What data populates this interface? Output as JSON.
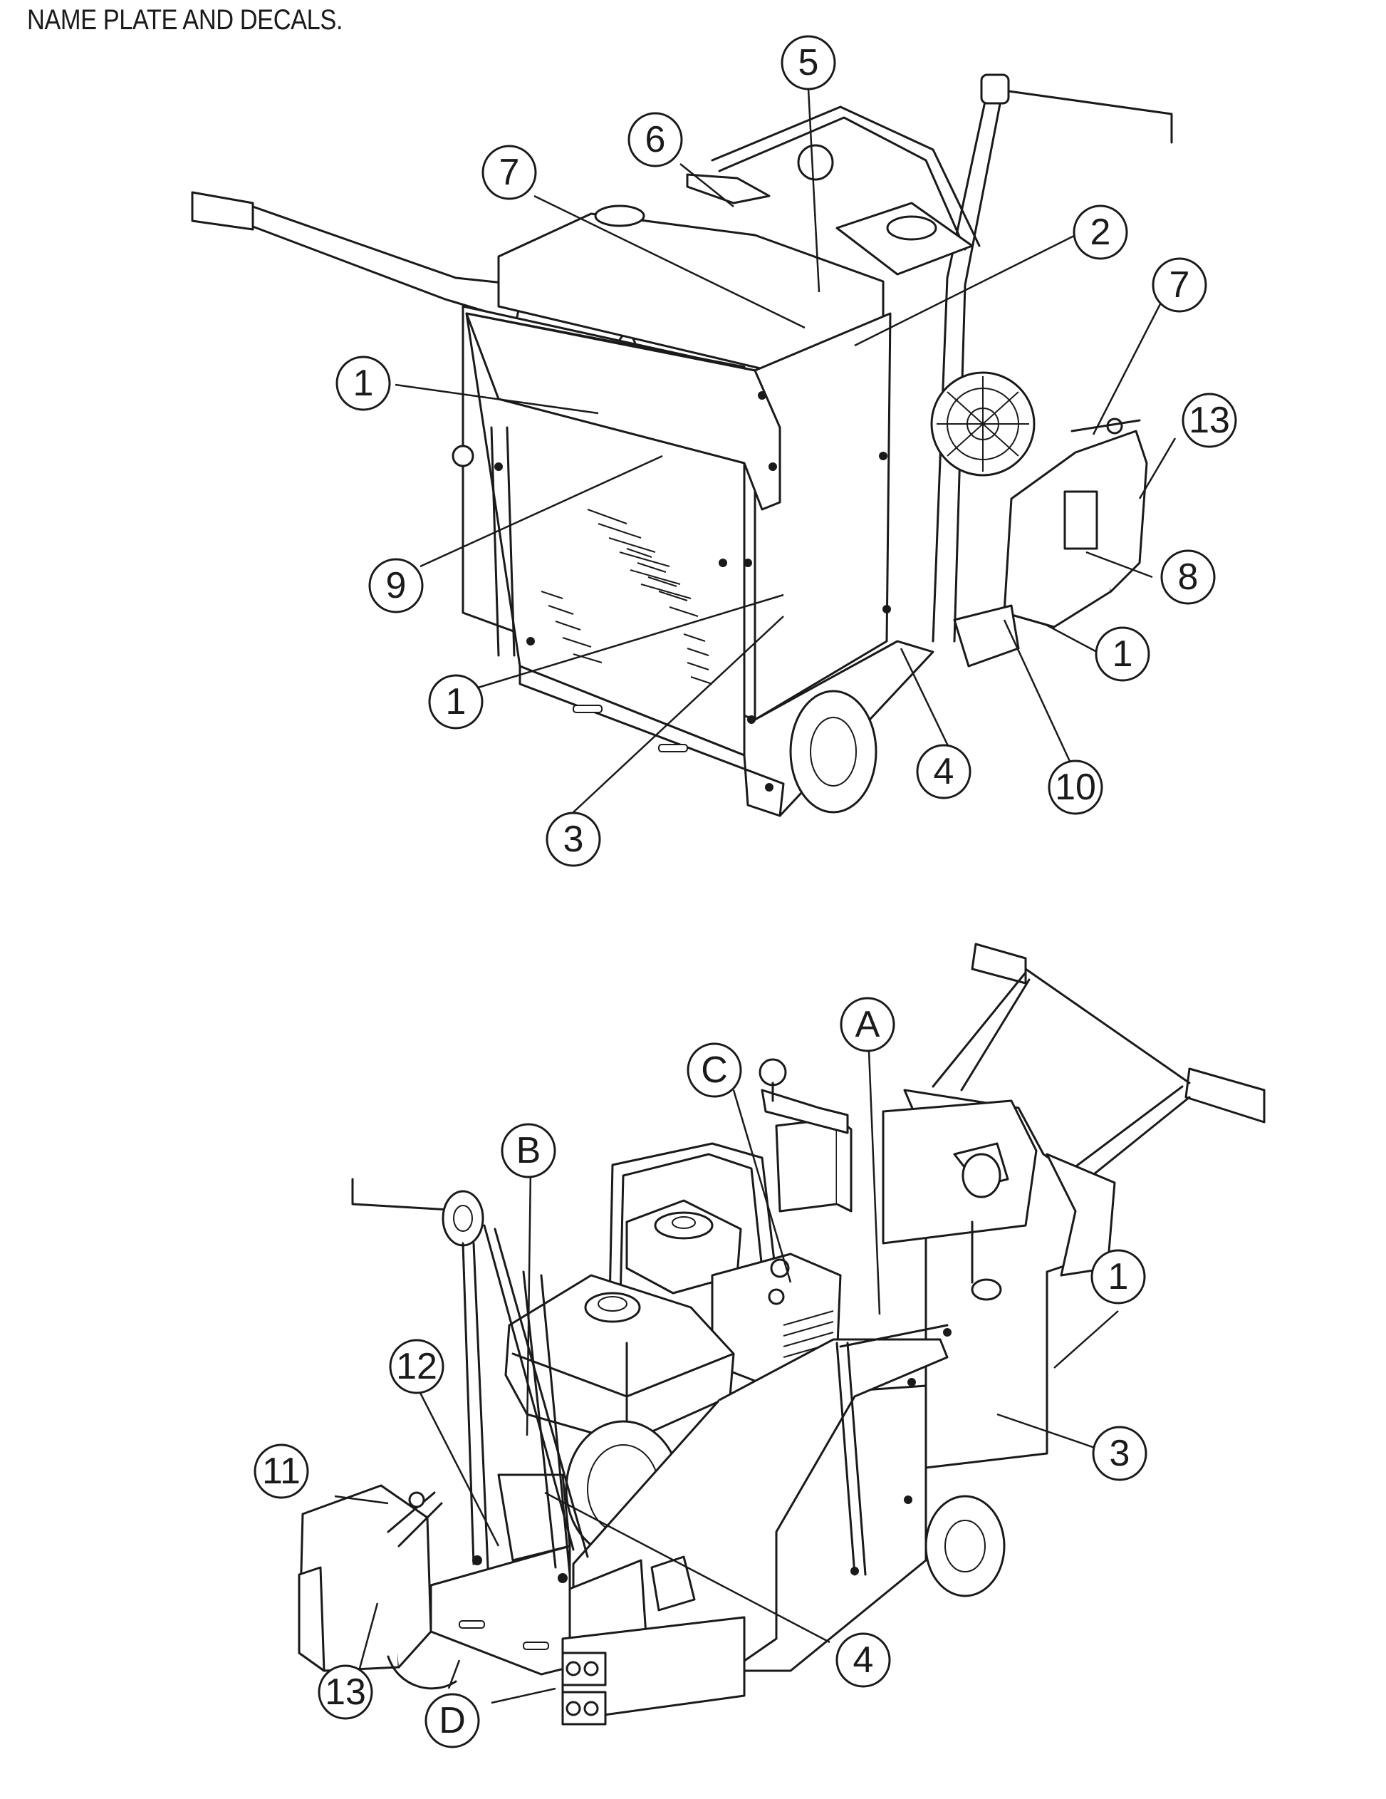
{
  "title": "NAME PLATE AND DECALS.",
  "top_view_callouts": [
    "5",
    "6",
    "7",
    "2",
    "7",
    "13",
    "1",
    "9",
    "1",
    "8",
    "1",
    "4",
    "10",
    "3"
  ],
  "bottom_view_callouts": [
    "A",
    "C",
    "B",
    "12",
    "1",
    "11",
    "3",
    "4",
    "13",
    "D"
  ],
  "colors": {
    "line": "#1a1a1a",
    "background": "#ffffff"
  }
}
